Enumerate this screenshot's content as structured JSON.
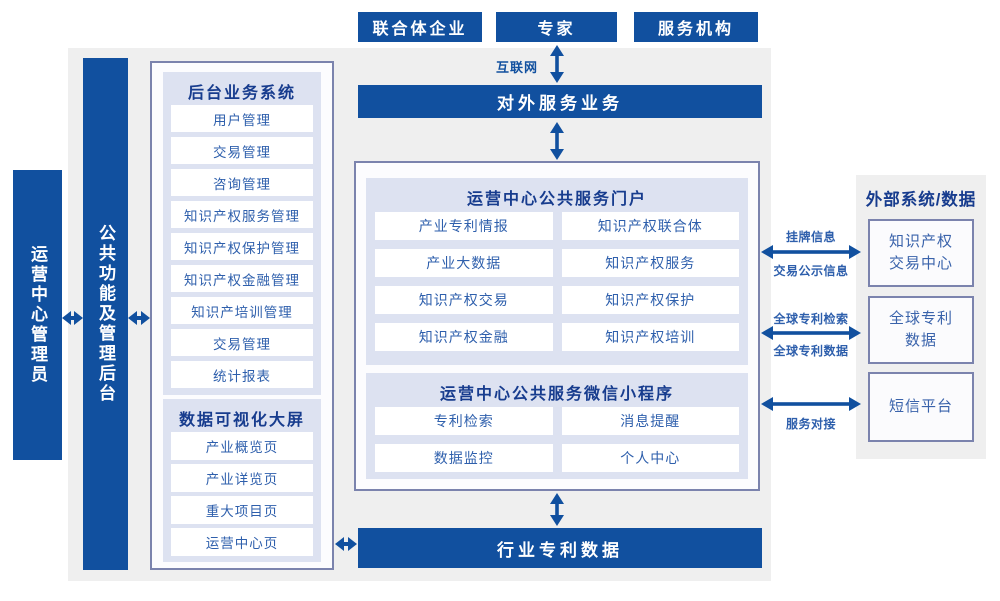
{
  "palette": {
    "navy": "#11509f",
    "header_text": "#173c8e",
    "item_text": "#2e5fac",
    "lavender": "#dde2f1",
    "panel_border": "#7b83ad",
    "gray_bg": "#efefef"
  },
  "top_actors": [
    {
      "label": "联合体企业"
    },
    {
      "label": "专家"
    },
    {
      "label": "服务机构"
    }
  ],
  "internet_label": "互联网",
  "external_service_bar": "对外服务业务",
  "industry_data_bar": "行业专利数据",
  "left_bars": {
    "admin": "运营中心管理员",
    "backend": "公共功能及管理后台"
  },
  "backend_panel": {
    "title": "后台业务系统",
    "items": [
      "用户管理",
      "交易管理",
      "咨询管理",
      "知识产权服务管理",
      "知识产权保护管理",
      "知识产权金融管理",
      "知识产培训管理",
      "交易管理",
      "统计报表"
    ],
    "dashboard_title": "数据可视化大屏",
    "dashboard_items": [
      "产业概览页",
      "产业详览页",
      "重大项目页",
      "运营中心页"
    ]
  },
  "center_panel": {
    "portal": {
      "title": "运营中心公共服务门户",
      "items": [
        "产业专利情报",
        "知识产权联合体",
        "产业大数据",
        "知识产权服务",
        "知识产权交易",
        "知识产权保护",
        "知识产权金融",
        "知识产权培训"
      ]
    },
    "miniprogram": {
      "title": "运营中心公共服务微信小程序",
      "items": [
        "专利检索",
        "消息提醒",
        "数据监控",
        "个人中心"
      ]
    }
  },
  "external_panel": {
    "title": "外部系统/数据",
    "systems": [
      {
        "lines": [
          "知识产权",
          "交易中心"
        ]
      },
      {
        "lines": [
          "全球专利",
          "数据"
        ]
      },
      {
        "lines": [
          "短信平台"
        ]
      }
    ]
  },
  "right_links": [
    {
      "top": "挂牌信息",
      "bottom": "交易公示信息"
    },
    {
      "top": "全球专利检索",
      "bottom": "全球专利数据"
    },
    {
      "bottom": "服务对接"
    }
  ]
}
